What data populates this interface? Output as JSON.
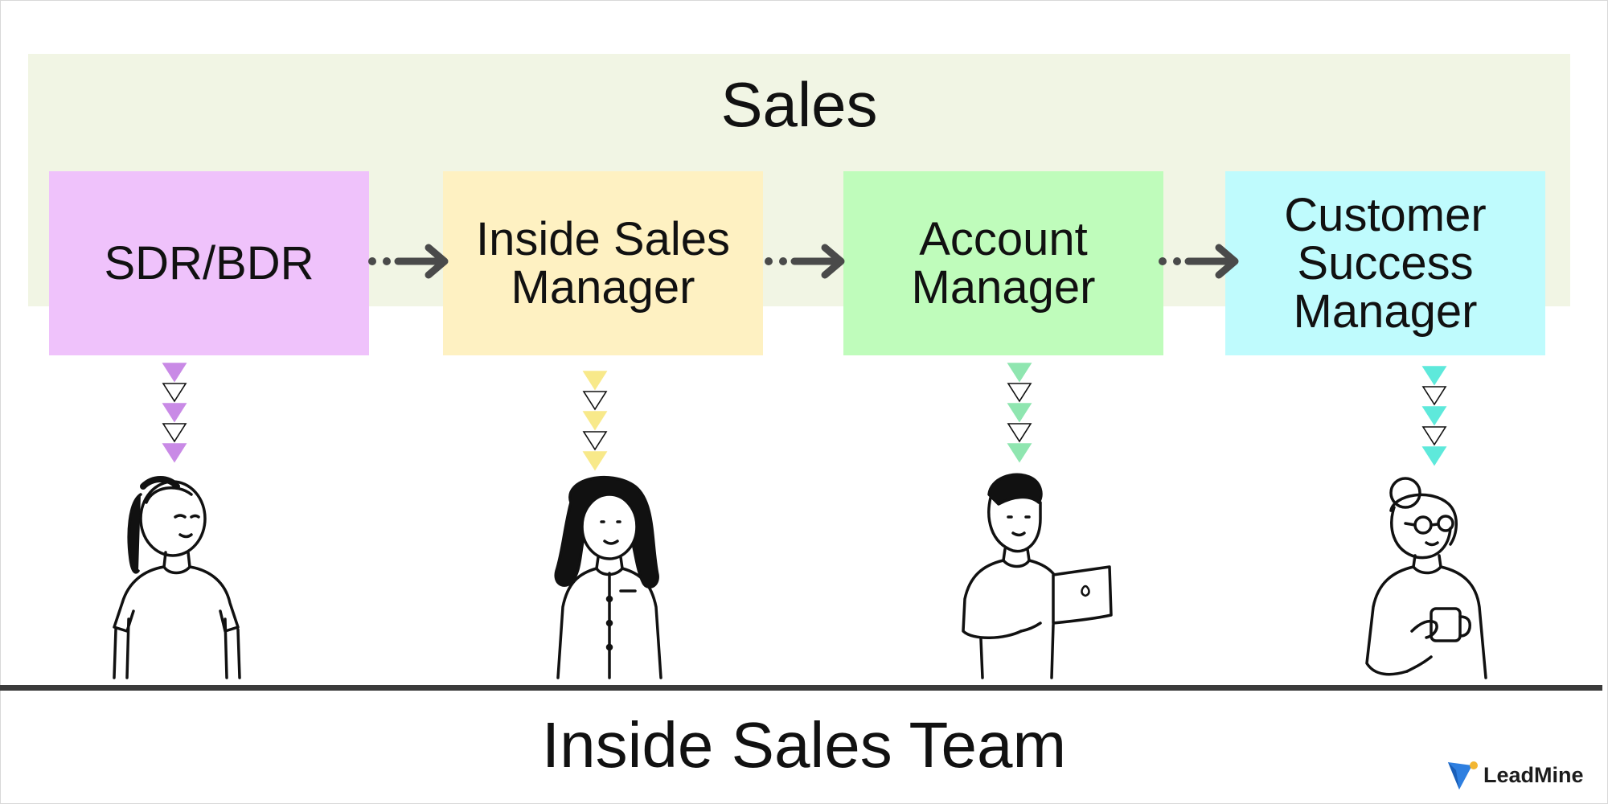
{
  "diagram": {
    "group_title": "Sales",
    "roles": [
      {
        "label": "SDR/BDR",
        "color": "#efc2fb",
        "accent": "#c98ae6"
      },
      {
        "label": "Inside Sales Manager",
        "color": "#fef1c2",
        "accent": "#f8e98a"
      },
      {
        "label": "Account Manager",
        "color": "#bffcbb",
        "accent": "#8fe6b0"
      },
      {
        "label": "Customer Success Manager",
        "color": "#bffbfd",
        "accent": "#5ee9db"
      }
    ],
    "connector": "dotted-arrow",
    "footer_title": "Inside Sales Team"
  },
  "branding": {
    "logo_text": "LeadMine",
    "logo_color": "#2e7fe0",
    "logo_accent": "#f2b632"
  }
}
